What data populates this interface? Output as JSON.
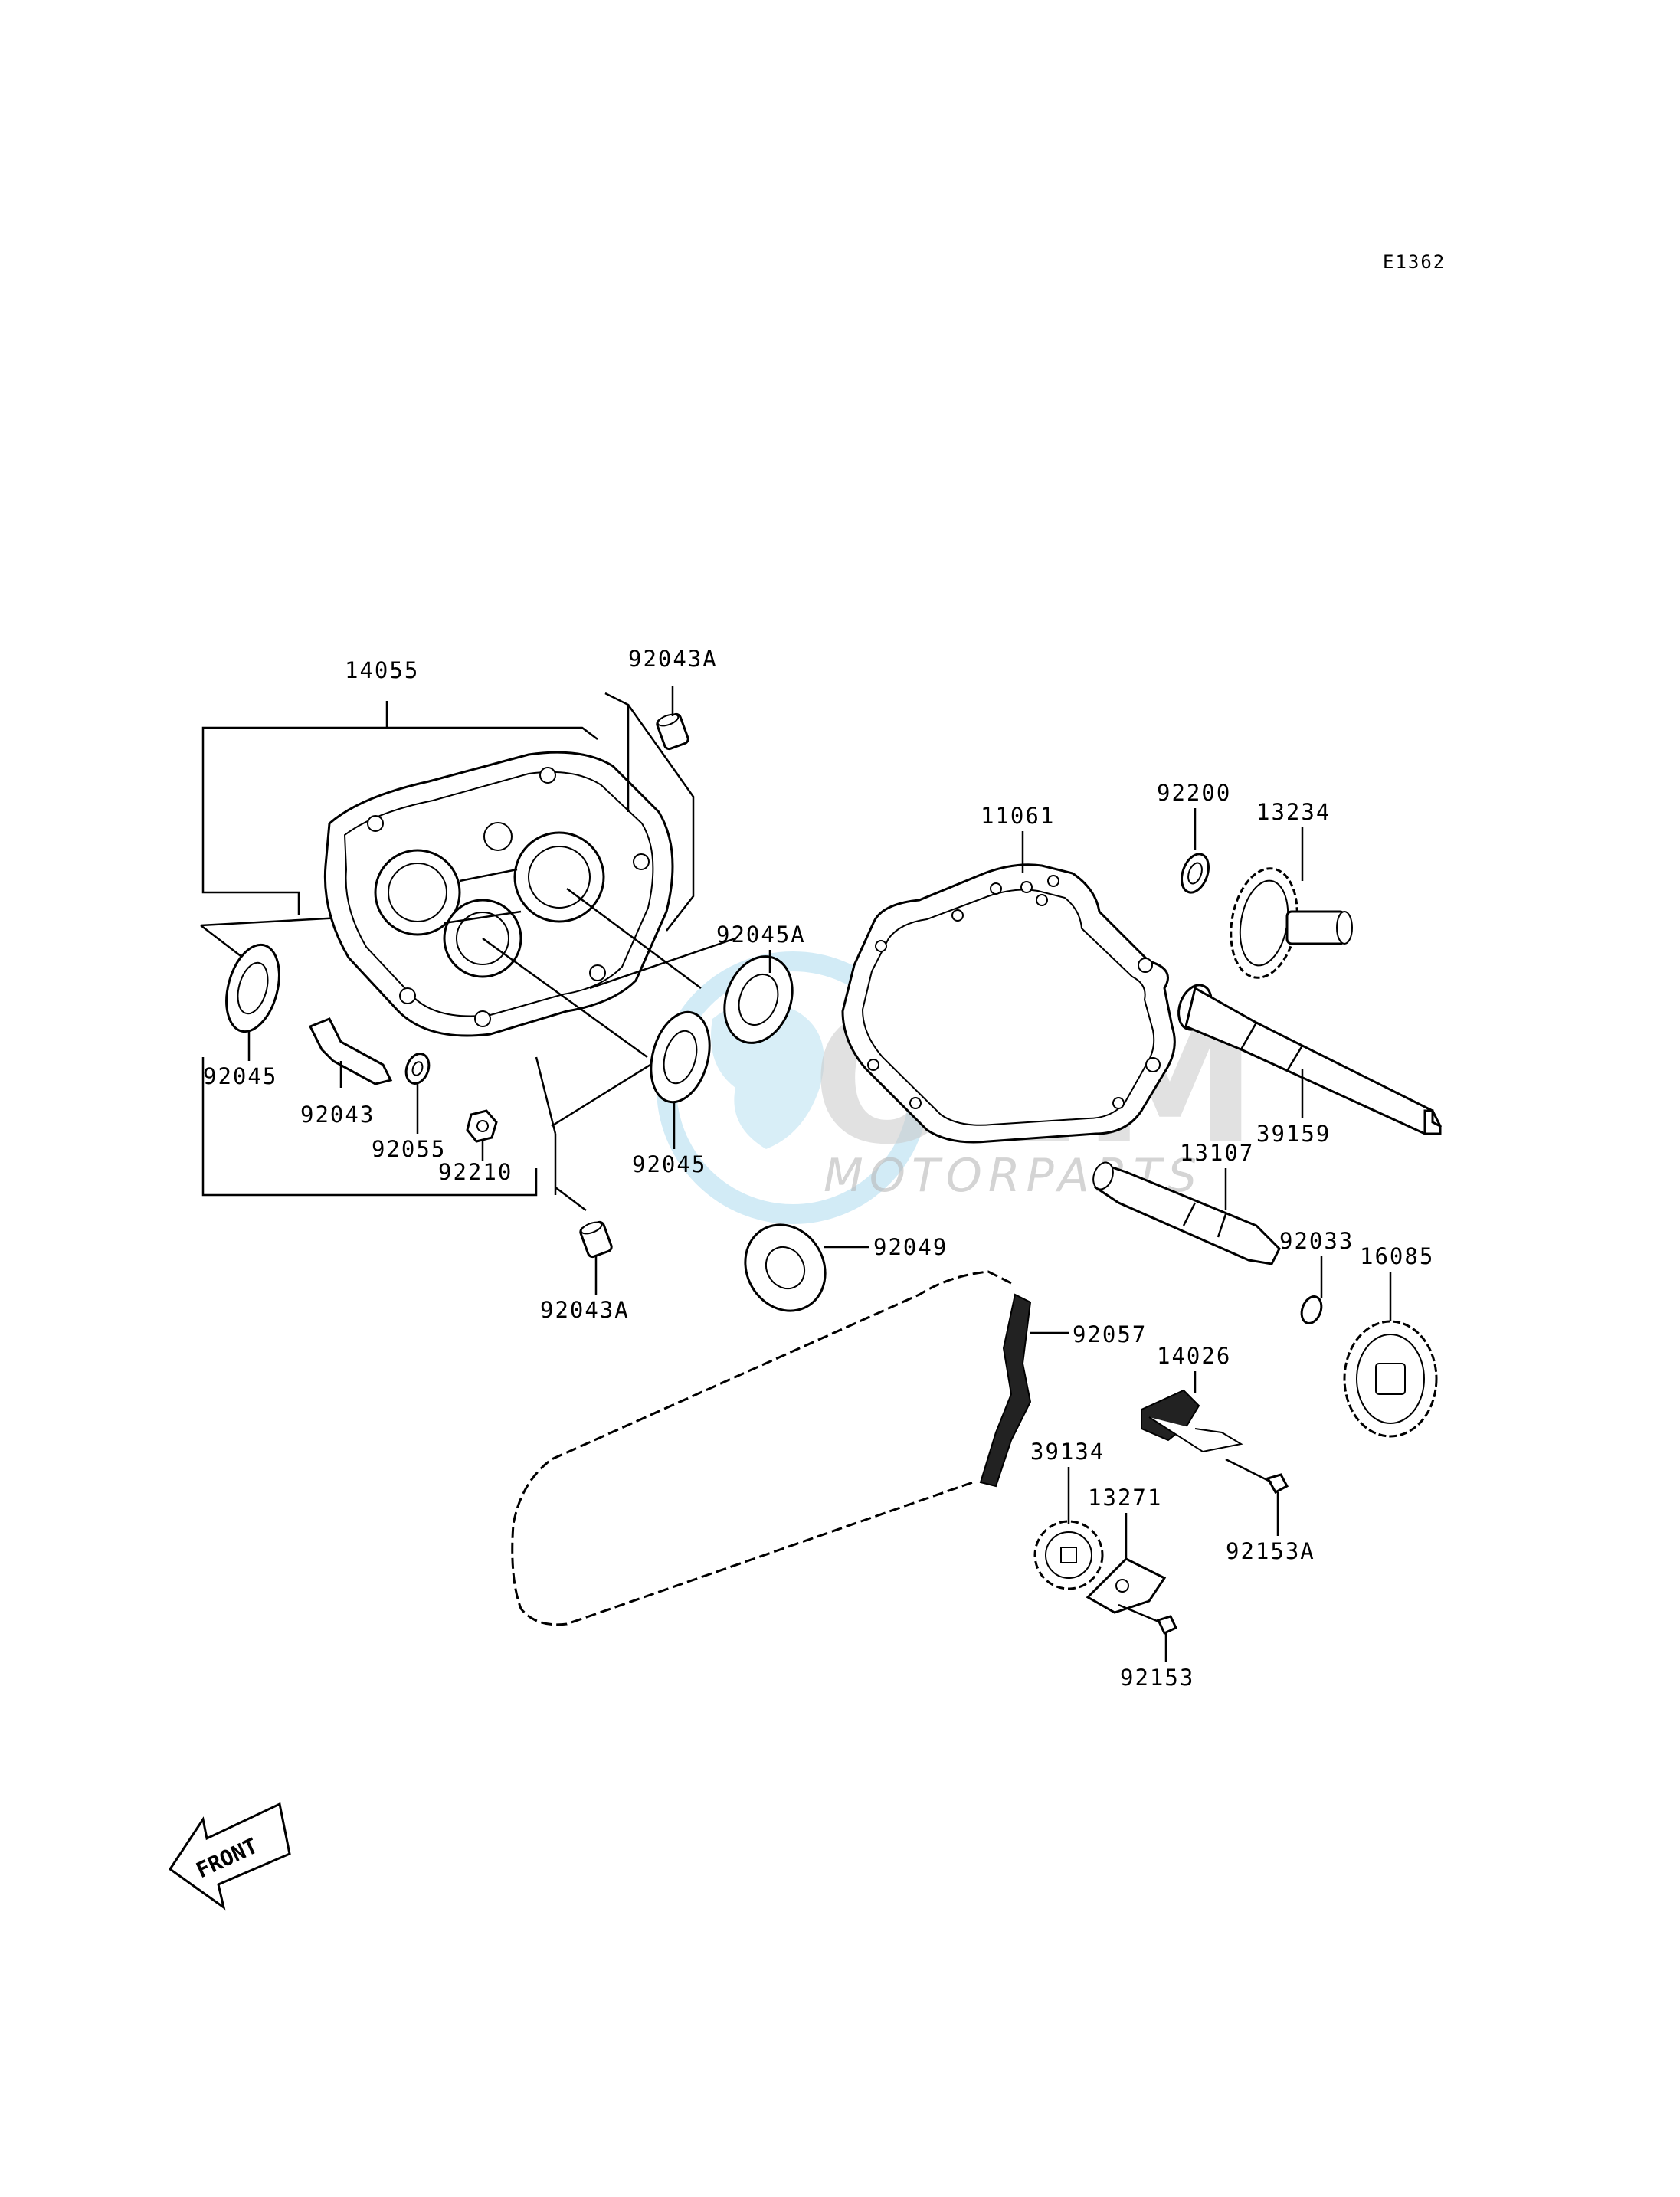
{
  "diagram_code": "E1362",
  "watermark": {
    "brand": "OEM",
    "tagline": "MOTORPARTS"
  },
  "front_indicator": "FRONT",
  "part_labels": {
    "p14055": "14055",
    "p92043A_top": "92043A",
    "p92043A_bottom": "92043A",
    "p92045_left": "92045",
    "p92045_mid": "92045",
    "p92045A": "92045A",
    "p92043": "92043",
    "p92055": "92055",
    "p92210": "92210",
    "p92049": "92049",
    "p11061": "11061",
    "p92200": "92200",
    "p13234": "13234",
    "p39159": "39159",
    "p13107": "13107",
    "p92033": "92033",
    "p16085": "16085",
    "p92057": "92057",
    "p14026": "14026",
    "p39134": "39134",
    "p13271": "13271",
    "p92153A": "92153A",
    "p92153": "92153"
  }
}
